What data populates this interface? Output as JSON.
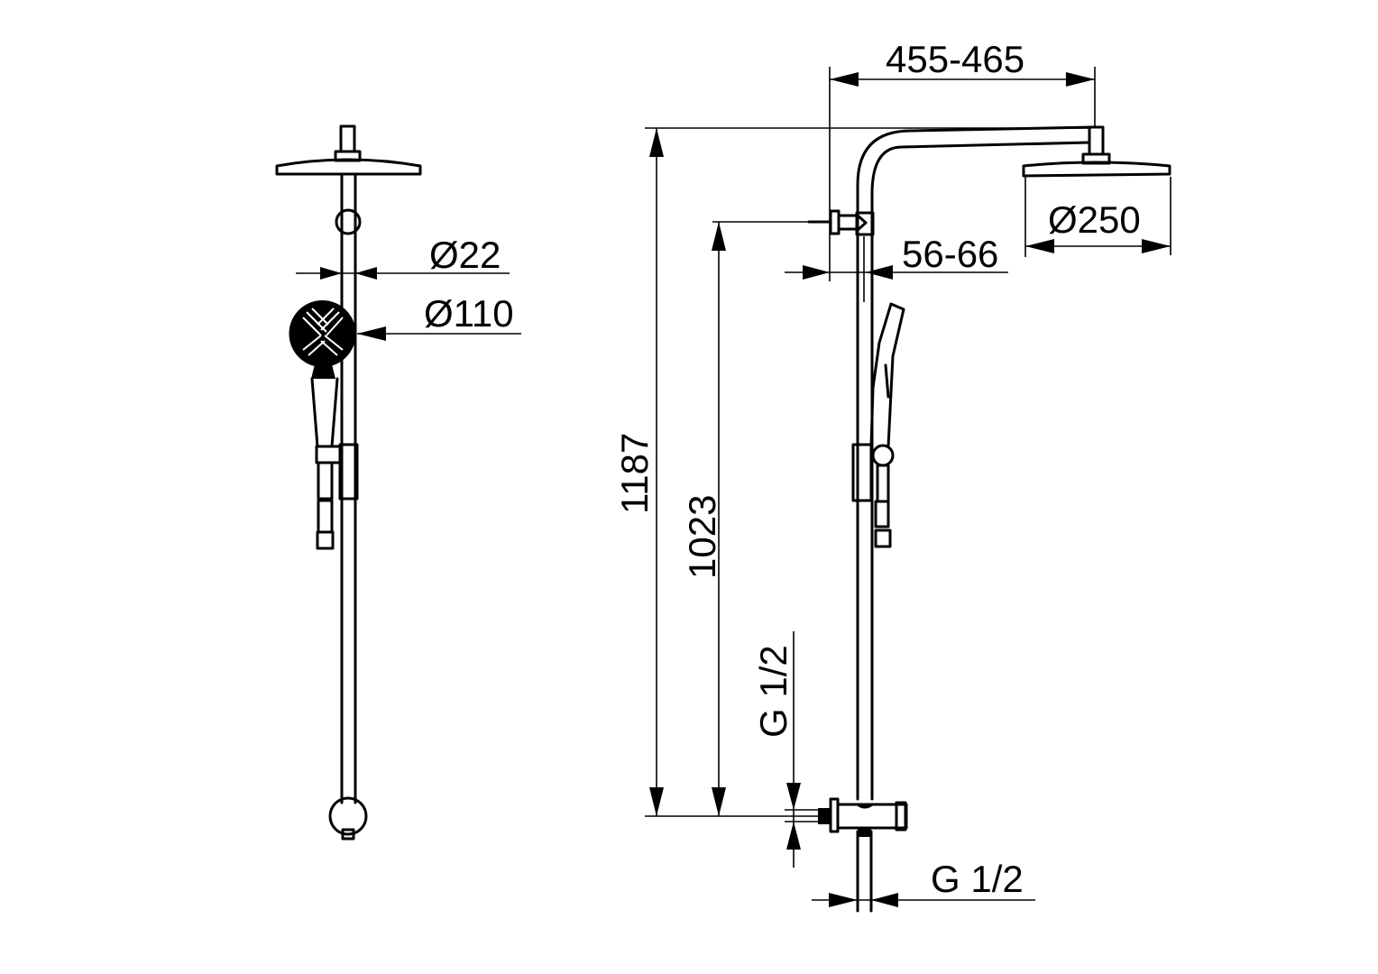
{
  "drawing": {
    "front_view": {
      "dim_pipe_diameter": "Ø22",
      "dim_hand_shower_diameter": "Ø110"
    },
    "side_view": {
      "dim_arm_projection": "455-465",
      "dim_head_diameter": "Ø250",
      "dim_wall_distance": "56-66",
      "dim_total_height": "1187",
      "dim_bracket_height": "1023",
      "dim_inlet_thread": "G 1/2",
      "dim_outlet_thread": "G 1/2"
    }
  }
}
